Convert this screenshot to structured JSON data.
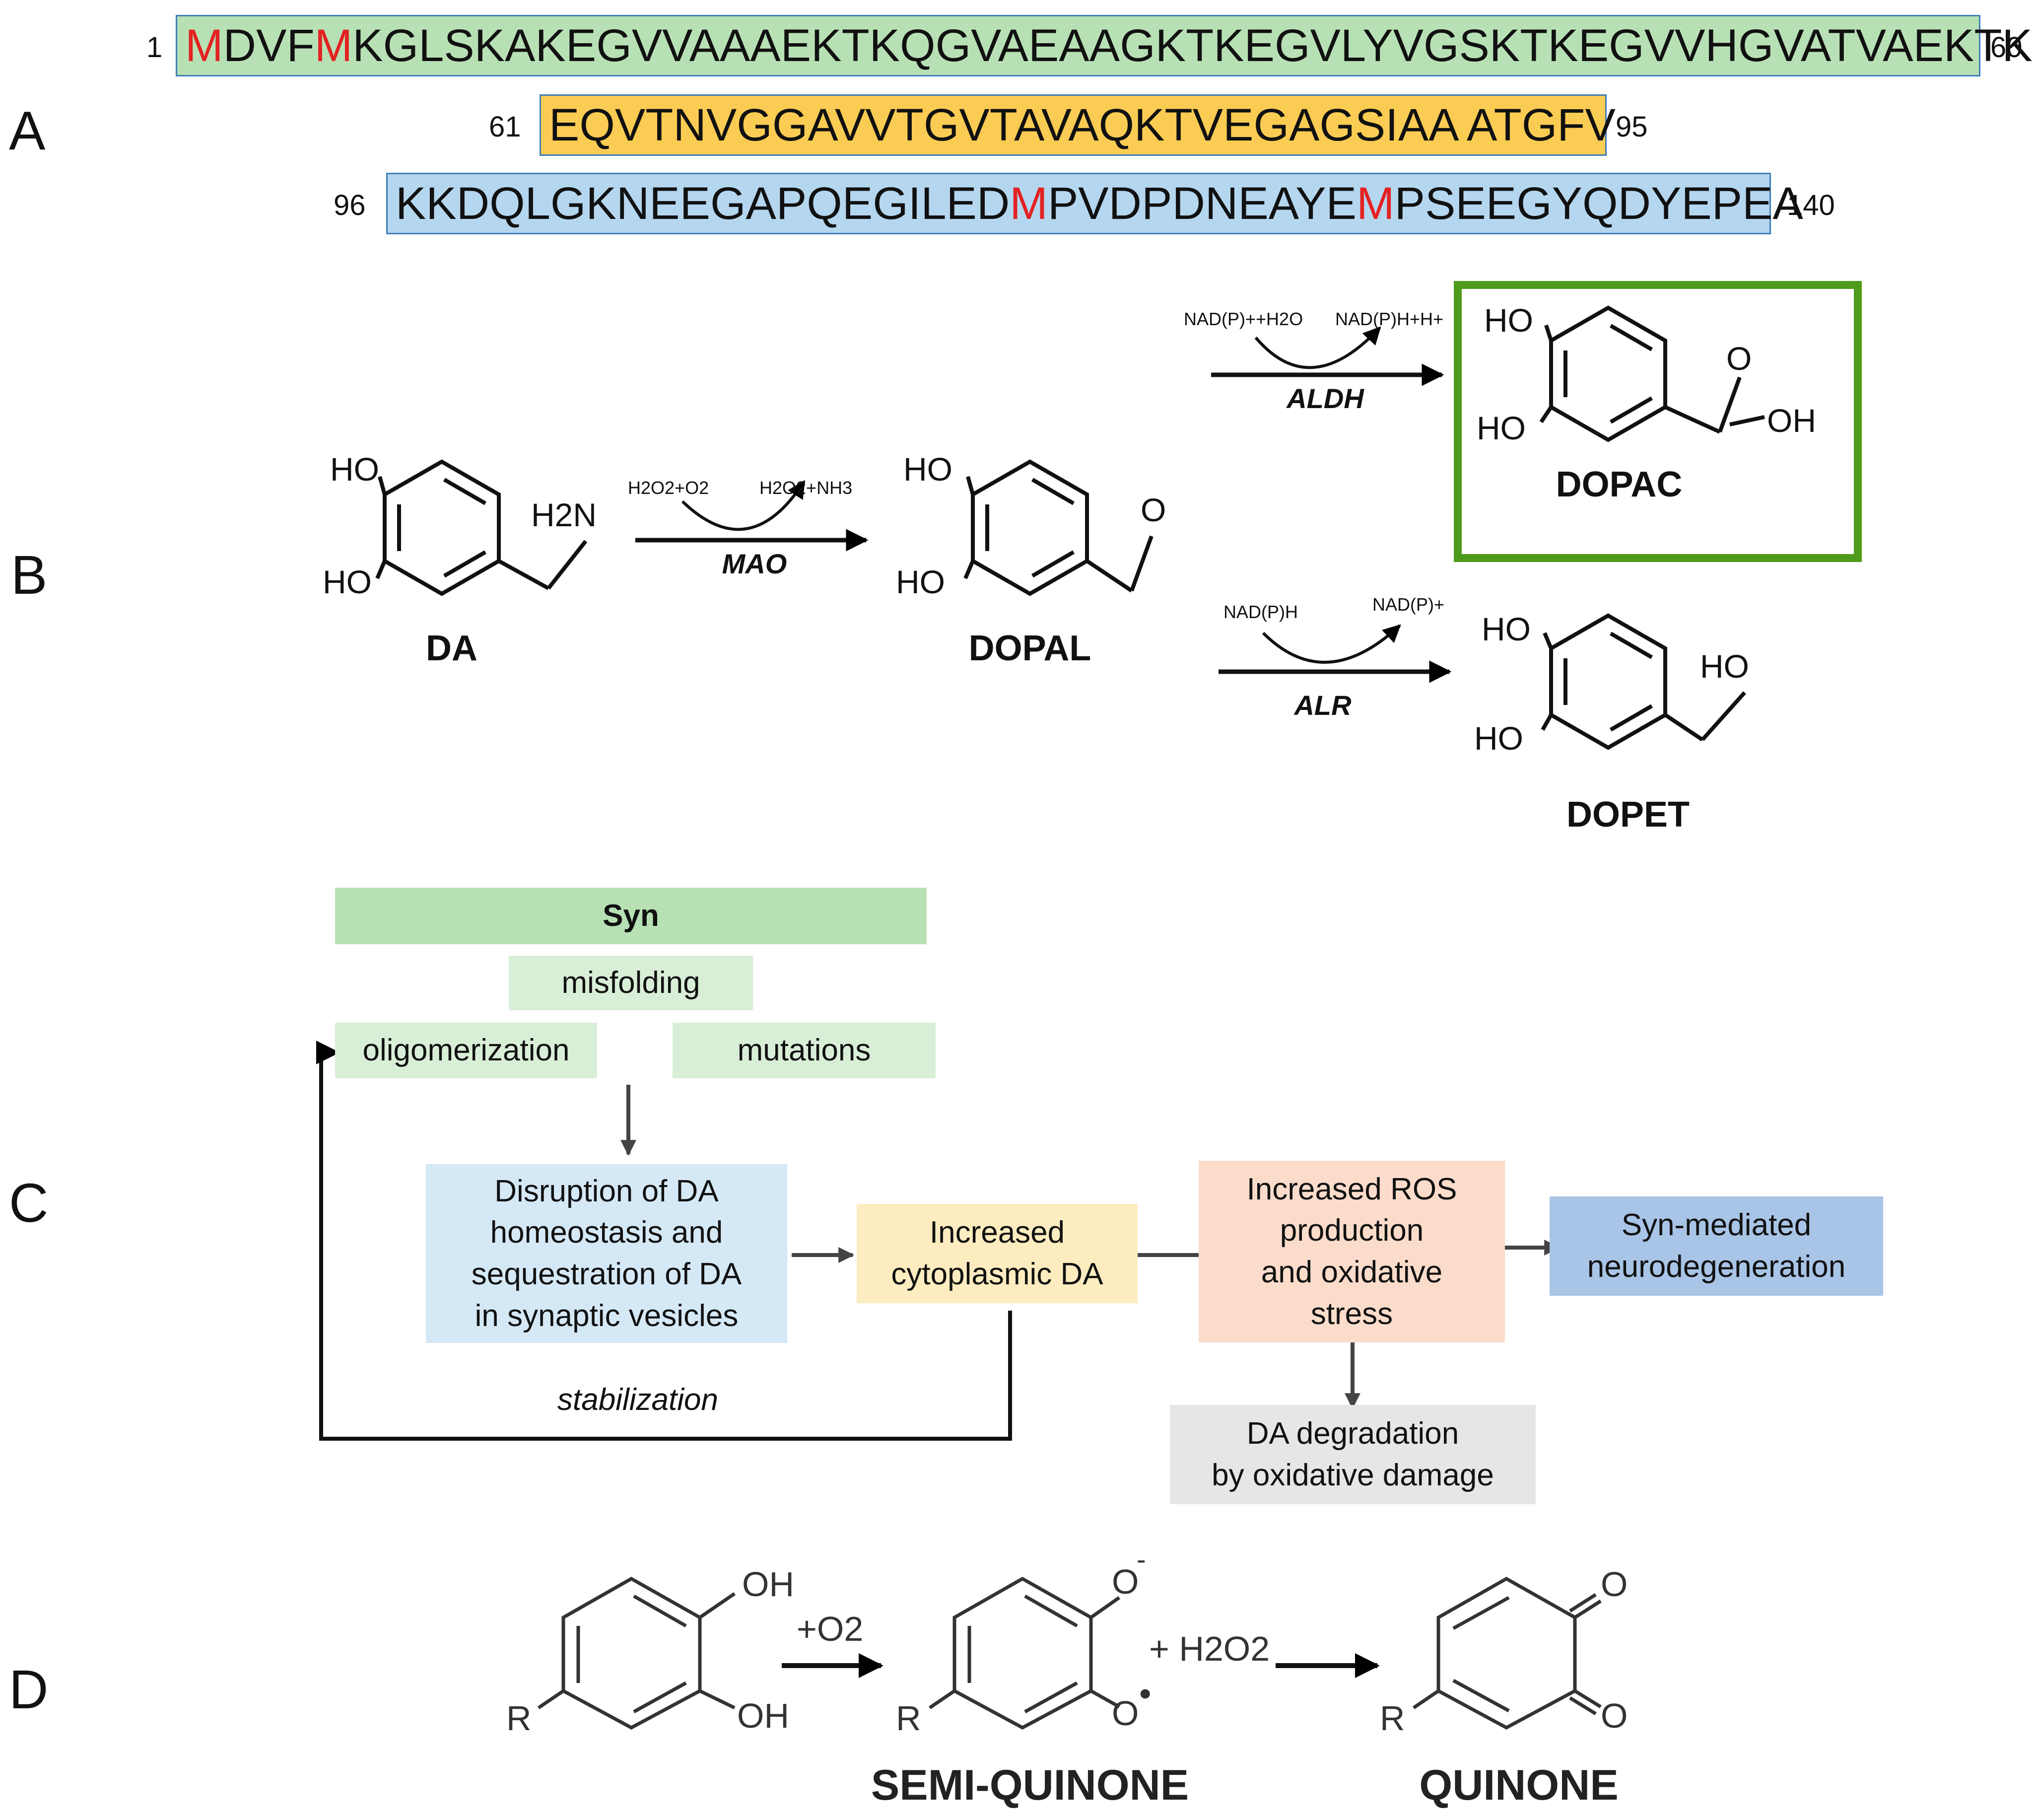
{
  "panels": {
    "A": "A",
    "B": "B",
    "C": "C",
    "D": "D"
  },
  "colors": {
    "seq1": "#b8e0b5",
    "seq2": "#fbcc53",
    "seq3": "#b5d6ef",
    "highlight_M": "#e32222",
    "syn": "#b8e0b5",
    "syn_sub": "#d9eed7",
    "disruption": "#d5e8f5",
    "cytoplasmic": "#fdecc0",
    "ros": "#fbdccb",
    "neuro": "#a8c4e6",
    "degradation": "#e6e6e6",
    "dopac_frame": "#4e9a1a"
  },
  "sequence": {
    "rows": [
      {
        "start": "1",
        "end": "60",
        "segments": [
          {
            "t": "M",
            "m": true
          },
          {
            "t": "DVF",
            "m": false
          },
          {
            "t": "M",
            "m": true
          },
          {
            "t": "KGLSKAKEGVVAAAEKTKQGVAEAAGKTKEGVLYVGSKTKEGVVHGVATVAEKTK",
            "m": false
          }
        ]
      },
      {
        "start": "61",
        "end": "95",
        "segments": [
          {
            "t": "EQVTNVGGAVVTGVTAVAQKTVEGAGSIAA ATGFV",
            "m": false
          }
        ]
      },
      {
        "start": "96",
        "end": "140",
        "segments": [
          {
            "t": "KKDQLGKNEEGAPQEGILED",
            "m": false
          },
          {
            "t": "M",
            "m": true
          },
          {
            "t": "PVDPDNEAYE",
            "m": false
          },
          {
            "t": "M",
            "m": true
          },
          {
            "t": "PSEEGYQDYEPEA",
            "m": false
          }
        ]
      }
    ]
  },
  "pathway": {
    "compounds": {
      "da": "DA",
      "dopal": "DOPAL",
      "dopac": "DOPAC",
      "dopet": "DOPET"
    },
    "enzymes": {
      "mao": "MAO",
      "aldh": "ALDH",
      "alr": "ALR"
    },
    "atoms": {
      "ho": "HO",
      "oh": "OH",
      "o": "O",
      "h2n": "H2N"
    },
    "cofactors": {
      "mao_in": "H2O2+O2",
      "mao_out": "H2O2+NH3",
      "aldh_in": "NAD(P)++H2O",
      "aldh_out": "NAD(P)H+H+",
      "alr_in": "NAD(P)H",
      "alr_out": "NAD(P)+"
    }
  },
  "flow": {
    "syn": "Syn",
    "misfolding": "misfolding",
    "oligomerization": "oligomerization",
    "mutations": "mutations",
    "disruption": "Disruption of DA\nhomeostasis and\nsequestration of DA\nin synaptic vesicles",
    "cytoplasmic": "Increased\ncytoplasmic DA",
    "ros": "Increased ROS\nproduction\nand oxidative\nstress",
    "neuro": "Syn-mediated\nneurodegeneration",
    "degradation": "DA degradation\nby oxidative damage",
    "stabilization": "stabilization"
  },
  "oxidation": {
    "reagent_o2": "+O2",
    "reagent_h2o2": "+ H2O2",
    "semi_quinone": "SEMI-QUINONE",
    "quinone": "QUINONE",
    "r": "R",
    "oh": "OH",
    "o": "O"
  }
}
